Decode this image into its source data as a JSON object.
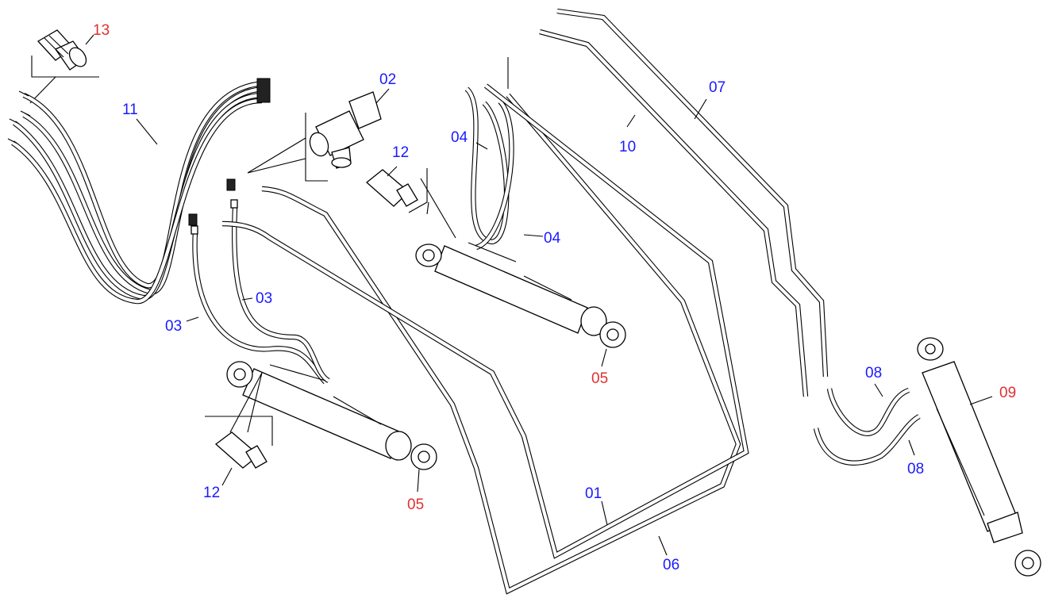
{
  "callouts": [
    {
      "id": "c13",
      "text": "13",
      "color": "red"
    },
    {
      "id": "c02",
      "text": "02",
      "color": "blue"
    },
    {
      "id": "c11",
      "text": "11",
      "color": "blue"
    },
    {
      "id": "c12a",
      "text": "12",
      "color": "blue"
    },
    {
      "id": "c04a",
      "text": "04",
      "color": "blue"
    },
    {
      "id": "c04b",
      "text": "04",
      "color": "blue"
    },
    {
      "id": "c07",
      "text": "07",
      "color": "blue"
    },
    {
      "id": "c10",
      "text": "10",
      "color": "blue"
    },
    {
      "id": "c03a",
      "text": "03",
      "color": "blue"
    },
    {
      "id": "c03b",
      "text": "03",
      "color": "blue"
    },
    {
      "id": "c05a",
      "text": "05",
      "color": "red"
    },
    {
      "id": "c05b",
      "text": "05",
      "color": "red"
    },
    {
      "id": "c08a",
      "text": "08",
      "color": "blue"
    },
    {
      "id": "c08b",
      "text": "08",
      "color": "blue"
    },
    {
      "id": "c09",
      "text": "09",
      "color": "red"
    },
    {
      "id": "c12b",
      "text": "12",
      "color": "blue"
    },
    {
      "id": "c01",
      "text": "01",
      "color": "blue"
    },
    {
      "id": "c06",
      "text": "06",
      "color": "blue"
    }
  ],
  "colors": {
    "blue_label": "#1a1aff",
    "red_label": "#e03030",
    "line": "#000000"
  }
}
